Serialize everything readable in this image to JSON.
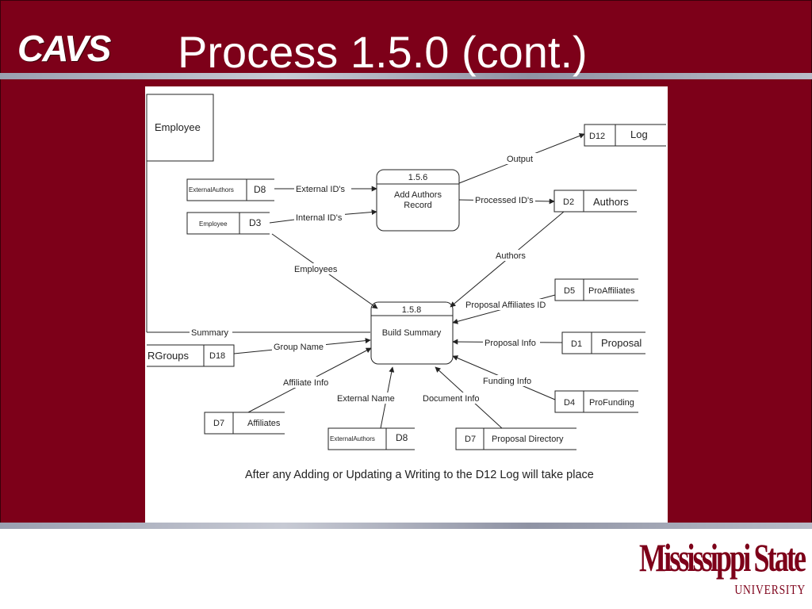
{
  "slide": {
    "title": "Process 1.5.0 (cont.)",
    "header_logo": "CAVS",
    "footer_logo": {
      "main": "Mississippi State",
      "sub": "UNIVERSITY"
    },
    "colors": {
      "background": "#7d0019",
      "rule": "#a4a9b8",
      "text": "#ffffff"
    }
  },
  "diagram": {
    "external_entity": "Employee",
    "processes": {
      "p156": {
        "id": "1.5.6",
        "name_line1": "Add Authors",
        "name_line2": "Record"
      },
      "p158": {
        "id": "1.5.8",
        "name": "Build Summary"
      }
    },
    "stores": {
      "d12": {
        "id": "D12",
        "name": "Log"
      },
      "d8_top": {
        "id": "D8",
        "name": "ExternalAuthors"
      },
      "d3": {
        "id": "D3",
        "name": "Employee"
      },
      "d2": {
        "id": "D2",
        "name": "Authors"
      },
      "d5": {
        "id": "D5",
        "name": "ProAffiliates"
      },
      "d1": {
        "id": "D1",
        "name": "Proposal"
      },
      "d18": {
        "id": "D18",
        "name": "RGroups"
      },
      "d4": {
        "id": "D4",
        "name": "ProFunding"
      },
      "d7_aff": {
        "id": "D7",
        "name": "Affiliates"
      },
      "d8_bottom": {
        "id": "D8",
        "name": "ExternalAuthors"
      },
      "d7_dir": {
        "id": "D7",
        "name": "Proposal Directory"
      }
    },
    "flows": {
      "output": "Output",
      "external_ids": "External ID's",
      "internal_ids": "Internal ID's",
      "processed_ids": "Processed ID's",
      "authors": "Authors",
      "employees": "Employees",
      "proposal_affiliates_id": "Proposal Affiliates ID",
      "summary": "Summary",
      "group_name": "Group Name",
      "proposal_info": "Proposal Info",
      "affiliate_info": "Affiliate Info",
      "funding_info": "Funding Info",
      "external_name": "External Name",
      "document_info": "Document Info"
    },
    "note": "After any Adding or Updating a Writing to the D12 Log will take place"
  }
}
